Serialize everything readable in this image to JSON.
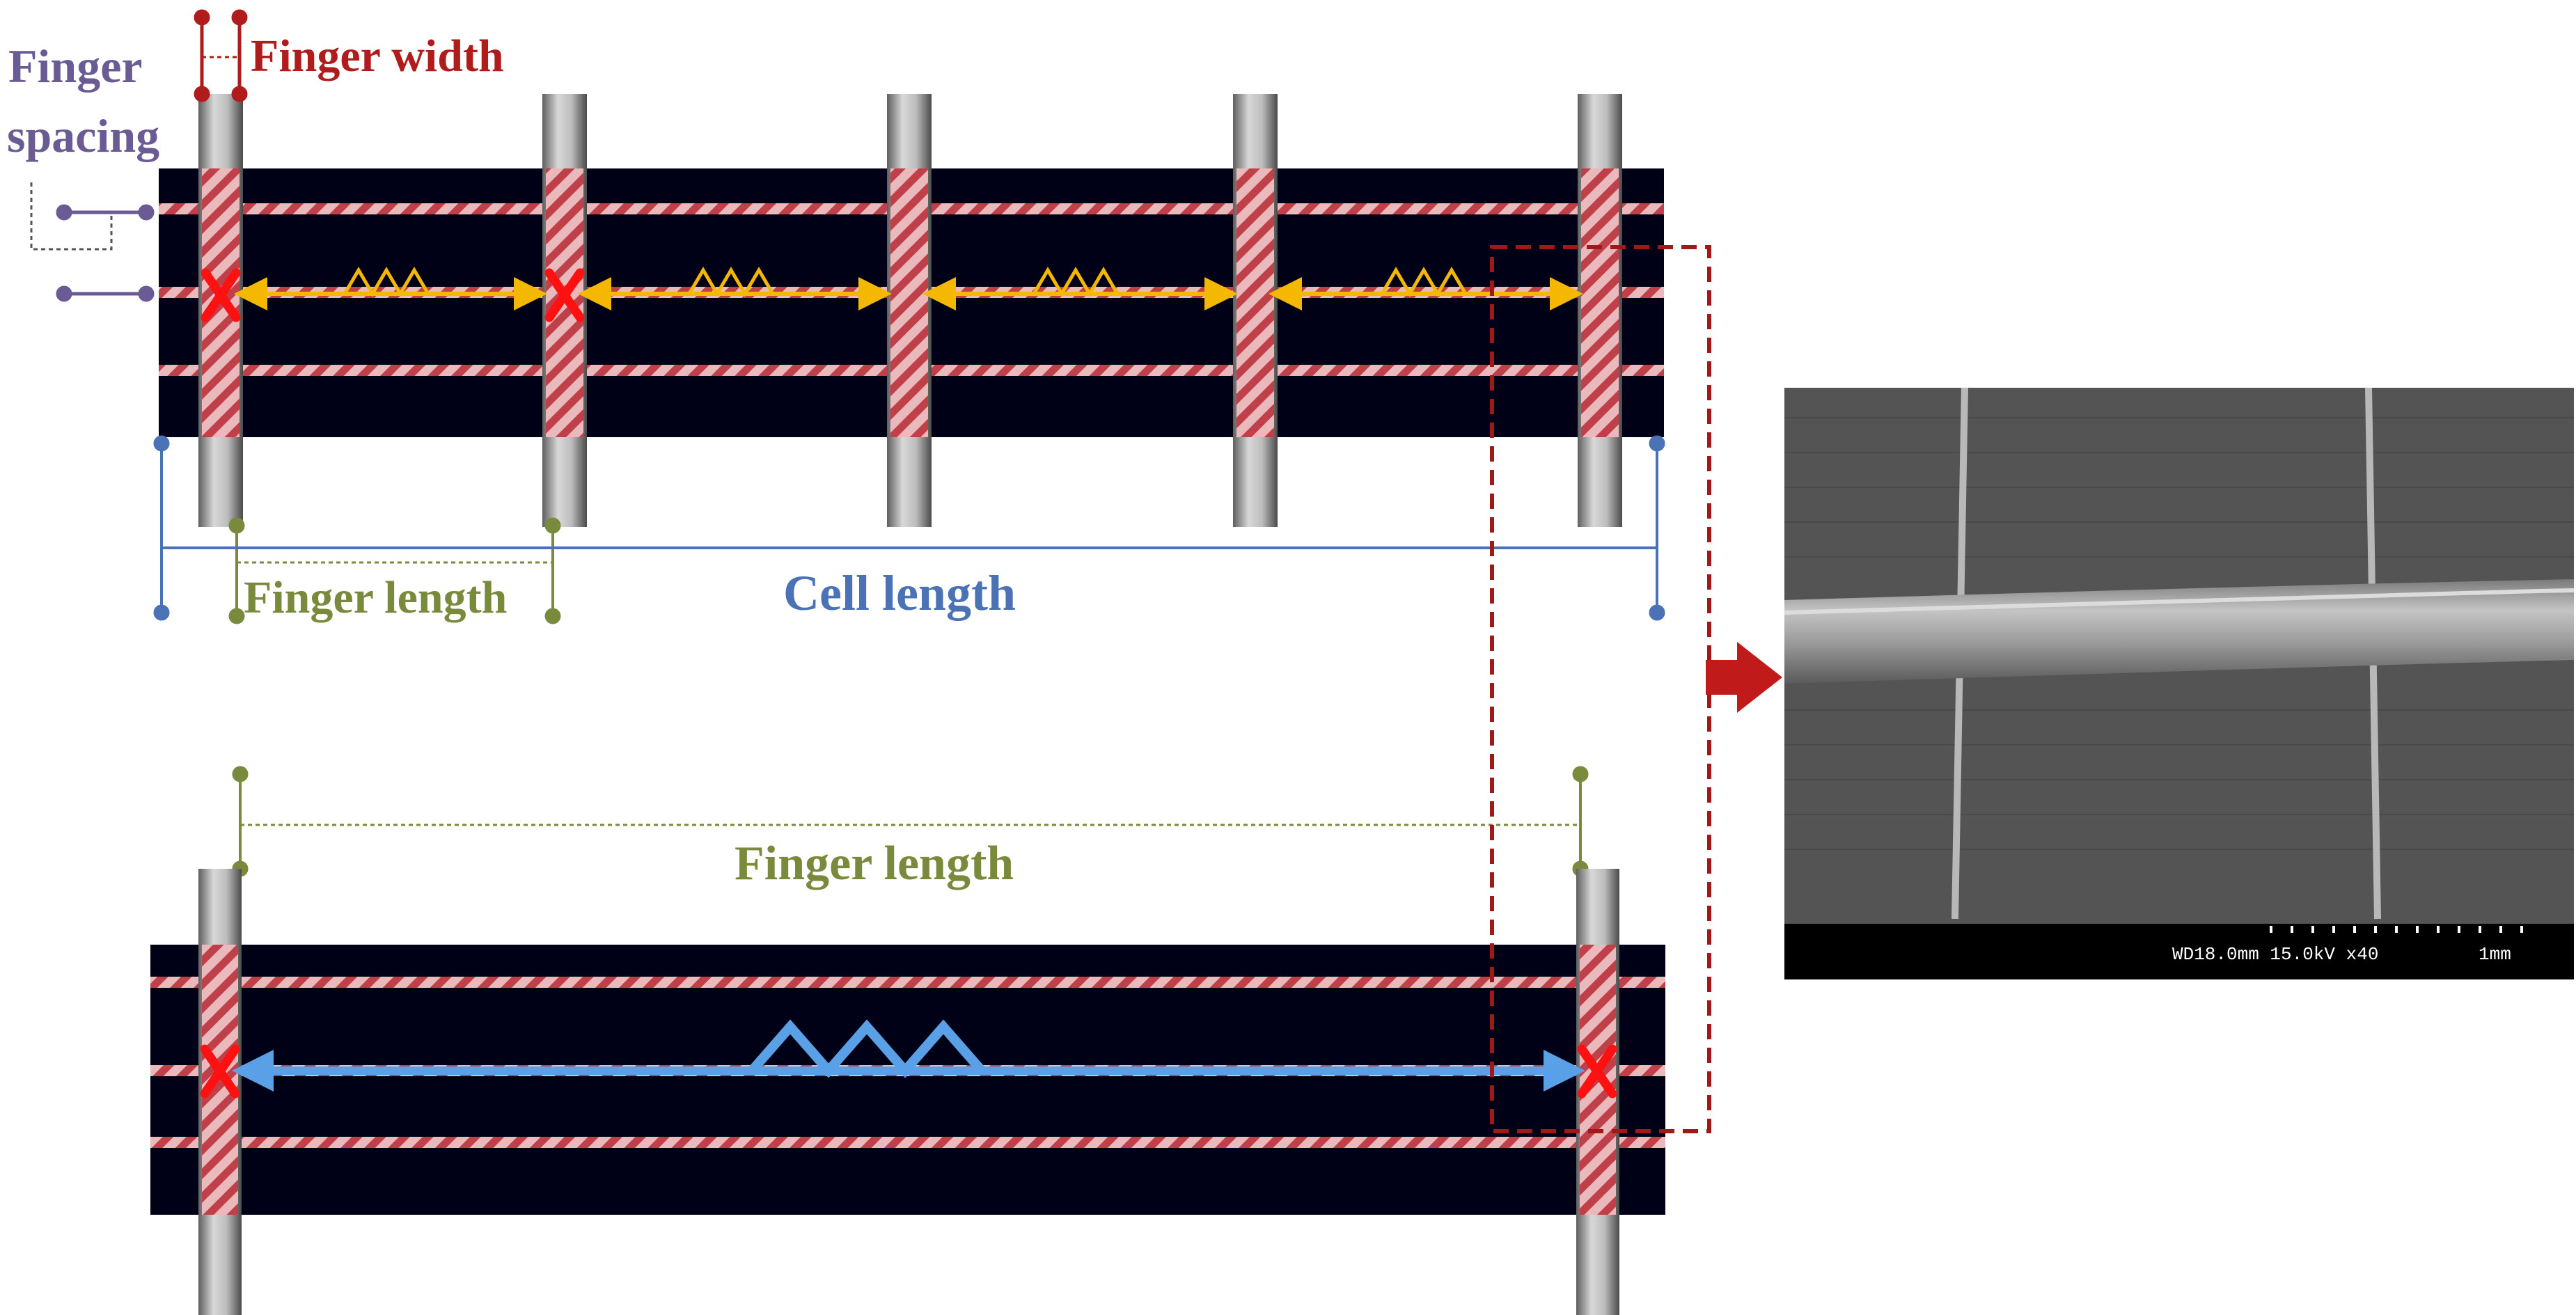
{
  "labels": {
    "finger_spacing_line1": "Finger",
    "finger_spacing_line2": "spacing",
    "finger_width": "Finger width",
    "finger_length_top": "Finger length",
    "cell_length": "Cell length",
    "finger_length_bottom": "Finger length"
  },
  "sem": {
    "info": "WD18.0mm 15.0kV x40",
    "scale": "1mm"
  },
  "colors": {
    "finger_spacing": "#6b5b95",
    "finger_width": "#b01c1c",
    "finger_length": "#7a8a3c",
    "cell_length": "#4a72b5",
    "cell_background": "#000016",
    "busbar_hatch": "#c0404a",
    "busbar_bar": "#9a9a9a",
    "current_top": "#f5b800",
    "current_bottom": "#5aa0e6",
    "break_mark": "#ff1111",
    "zoom_box": "#a01818"
  },
  "icons": {
    "break": "x-mark-icon",
    "pointer": "right-arrow-icon"
  }
}
